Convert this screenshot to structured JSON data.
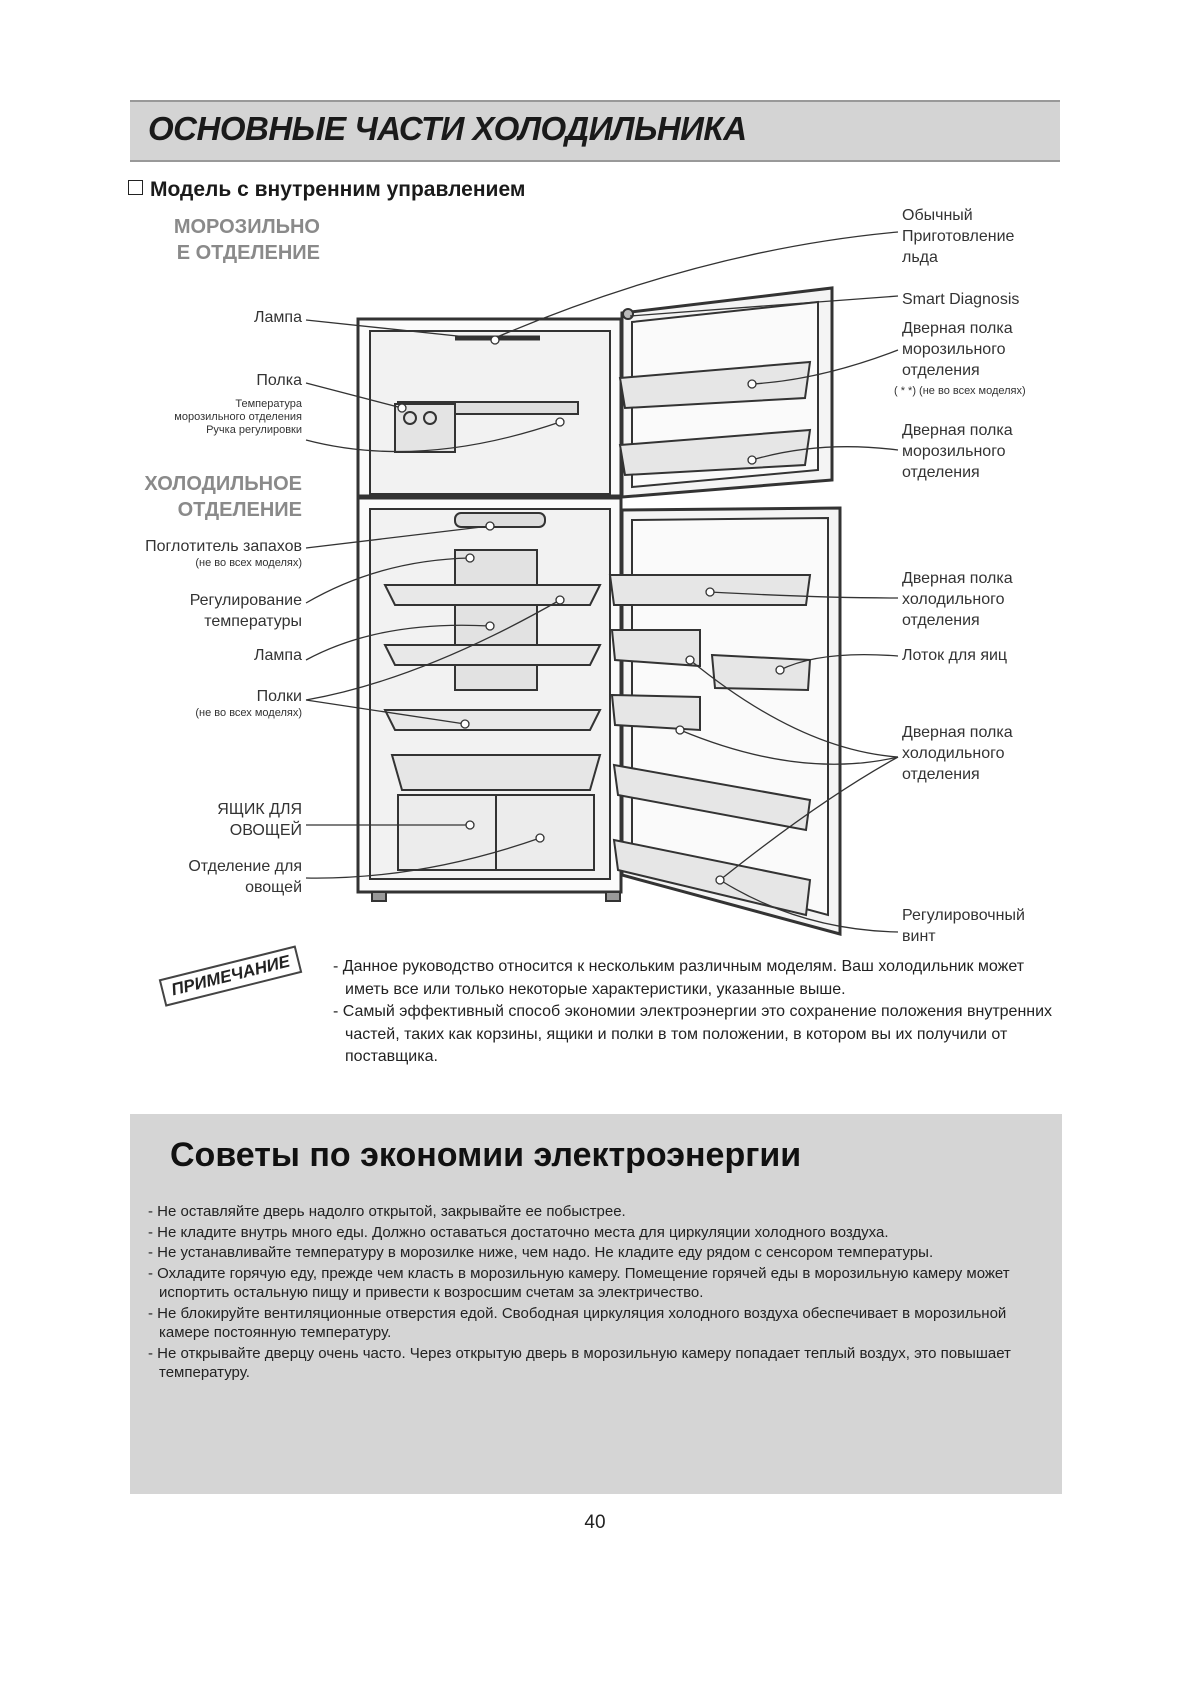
{
  "header": {
    "title": "ОСНОВНЫЕ ЧАСТИ ХОЛОДИЛЬНИКА"
  },
  "model": {
    "subtitle": "Модель с внутренним управлением"
  },
  "sections": {
    "freezer": [
      "МОРОЗИЛЬНО",
      "Е ОТДЕЛЕНИЕ"
    ],
    "fridge": [
      "ХОЛОДИЛЬНОЕ",
      "ОТДЕЛЕНИЕ"
    ]
  },
  "left_labels": {
    "lamp_top": "Лампа",
    "shelf": "Полка",
    "freezer_temp": [
      "Температура",
      "морозильного отделения",
      "Ручка регулировки"
    ],
    "odor": "Поглотитель запахов",
    "odor_note": "(не во всех моделях)",
    "temp_control": [
      "Регулирование",
      "температуры"
    ],
    "lamp_bottom": "Лампа",
    "shelves": "Полки",
    "shelves_note": "(не во всех моделях)",
    "veg_box": [
      "ЯЩИК ДЛЯ",
      "ОВОЩЕЙ"
    ],
    "veg_compartment": [
      "Отделение для",
      "овощей"
    ]
  },
  "right_labels": {
    "ice": [
      "Обычный",
      "Приготовление",
      "льда"
    ],
    "smart": "Smart Diagnosis",
    "freezer_door1": [
      "Дверная полка",
      "морозильного",
      "отделения"
    ],
    "freezer_door1_note": "( * *) (не во всех моделях)",
    "freezer_door2": [
      "Дверная полка",
      "морозильного",
      "отделения"
    ],
    "fridge_door1": [
      "Дверная полка",
      "холодильного",
      "отделения"
    ],
    "egg_tray": "Лоток для яиц",
    "fridge_door2": [
      "Дверная полка",
      "холодильного",
      "отделения"
    ],
    "screw": [
      "Регулировочный",
      "винт"
    ]
  },
  "note": {
    "badge": "ПРИМЕЧАНИЕ",
    "items": [
      "- Данное руководство относится к нескольким различным моделям. Ваш холодильник может иметь все или только некоторые характеристики, указанные выше.",
      "- Самый эффективный способ экономии электроэнергии это сохранение положения внутренних частей, таких как корзины, ящики и полки в том положении, в котором вы их получили от поставщика."
    ]
  },
  "tips": {
    "title": "Советы по экономии электроэнергии",
    "items": [
      "- Не оставляйте дверь надолго открытой, закрывайте ее побыстрее.",
      "- Не кладите внутрь много еды. Должно оставаться достаточно места для циркуляции холодного воздуха.",
      "- Не устанавливайте температуру в морозилке ниже, чем надо. Не кладите еду рядом с сенсором температуры.",
      "- Охладите горячую еду, прежде чем класть в морозильную камеру. Помещение горячей еды в морозильную камеру может испортить остальную пищу и привести к возросшим счетам за электричество.",
      "- Не блокируйте вентиляционные отверстия едой. Свободная циркуляция холодного воздуха обеспечивает в морозильной камере постоянную температуру.",
      "- Не открывайте дверцу очень часто. Через открытую дверь в морозильную камеру попадает теплый воздух, это повышает температуру."
    ]
  },
  "page": {
    "number": "40"
  }
}
